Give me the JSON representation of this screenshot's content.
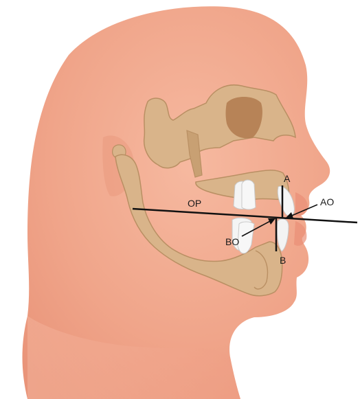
{
  "labels": {
    "a": "A",
    "b": "B",
    "ao": "AO",
    "bo": "BO",
    "op": "OP"
  },
  "colors": {
    "skin": "#f2a98e",
    "skin_shadow": "#e48a72",
    "bone": "#d9b48a",
    "bone_edge": "#b98f63",
    "tooth": "#f4f4f4",
    "line": "#111111"
  }
}
